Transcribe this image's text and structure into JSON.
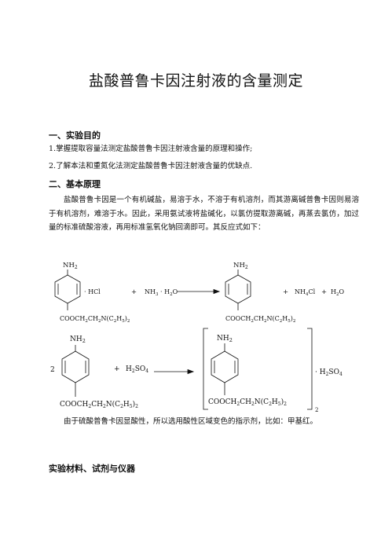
{
  "title": "盐酸普鲁卡因注射液的含量测定",
  "section1": {
    "heading": "一、实验目的",
    "items": [
      "1.掌握提取容量法测定盐酸普鲁卡因注射液含量的原理和操作;",
      "2.了解本法和重氮化法测定盐酸普鲁卡因注射液含量的优缺点."
    ]
  },
  "section2": {
    "heading": "二、基本原理",
    "paragraph": "盐酸普鲁卡因是一个有机碱盐，易溶于水，不溶于有机溶剂，而其游离碱普鲁卡因则易溶于有机溶剂，难溶于水。因此，采用氨试液将盐碱化，以氯仿提取游离碱，再蒸去氯仿，加过量的标准硫酸溶液，再用标准氢氧化钠回滴即可。其反应式如下："
  },
  "reaction1": {
    "nh2": "NH2",
    "hcl": "· HCl",
    "plus1": "+",
    "reagent": "NH3 · H2O",
    "substituent": "COOCH2CH2N(C2H5)2",
    "plus2": "+",
    "nh4cl": "NH4Cl",
    "plus3": "+",
    "water": "H2O"
  },
  "reaction2": {
    "coefficient": "2",
    "nh2": "NH2",
    "plus": "+",
    "reagent": "H2SO4",
    "substituent": "COOCH2CH2N(C2H5)2",
    "salt": "· H2SO4",
    "subscript": "2"
  },
  "indicator_text": "由于硫酸普鲁卡因显酸性，所以选用酸性区域变色的指示剂，比如：甲基红。",
  "section3": {
    "heading": "实验材料、试剂与仪器"
  }
}
